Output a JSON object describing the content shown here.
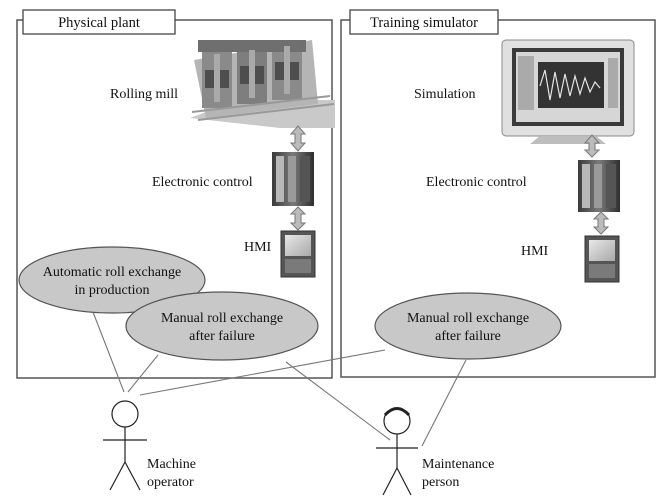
{
  "panels": {
    "plant": {
      "title": "Physical plant"
    },
    "simulator": {
      "title": "Training simulator"
    }
  },
  "components": {
    "rolling_mill": "Rolling mill",
    "simulation": "Simulation",
    "plant_control": "Electronic control",
    "sim_control": "Electronic control",
    "plant_hmi": "HMI",
    "sim_hmi": "HMI"
  },
  "use_cases": {
    "auto_exchange": {
      "line1": "Automatic roll exchange",
      "line2": "in production"
    },
    "manual_plant": {
      "line1": "Manual roll exchange",
      "line2": "after failure"
    },
    "manual_sim": {
      "line1": "Manual roll exchange",
      "line2": "after failure"
    }
  },
  "actors": {
    "operator": {
      "line1": "Machine",
      "line2": "operator"
    },
    "maintenance": {
      "line1": "Maintenance",
      "line2": "person"
    }
  }
}
